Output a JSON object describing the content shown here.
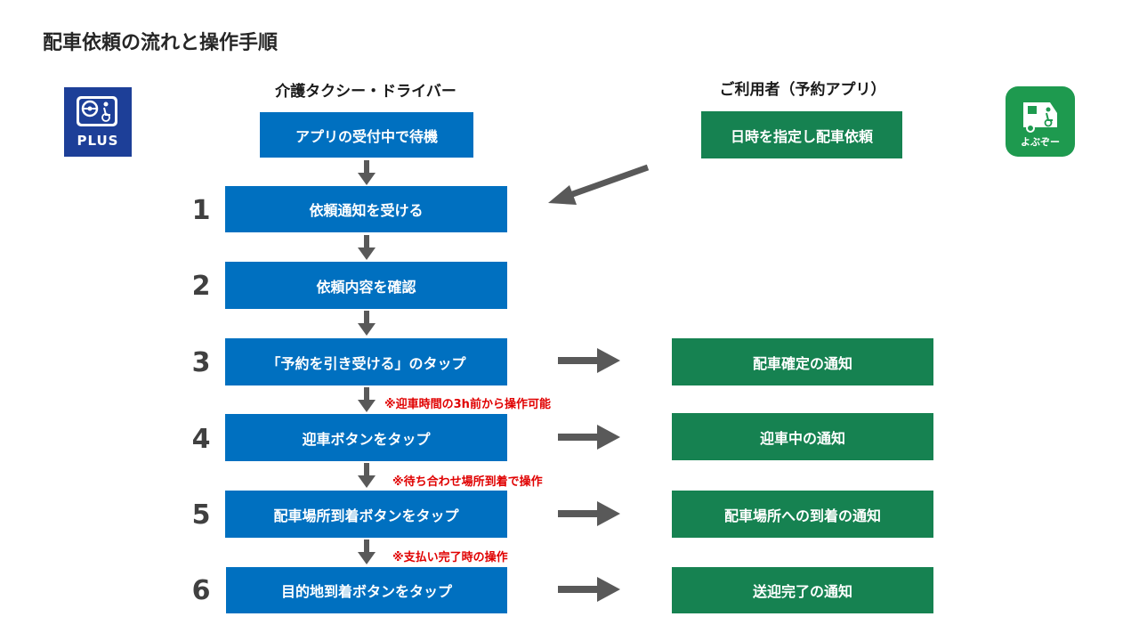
{
  "title": "配車依頼の流れと操作手順",
  "columns": {
    "driver": "介護タクシー・ドライバー",
    "user": "ご利用者（予約アプリ）"
  },
  "driver_logo": {
    "text": "PLUS",
    "icon": "steering-wheelchair-icon",
    "color": "#1d3f98"
  },
  "user_logo": {
    "text": "よぶぞー",
    "icon": "taxi-wheelchair-icon",
    "color": "#1e9a4f"
  },
  "driver_start": "アプリの受付中で待機",
  "user_start": "日時を指定し配車依頼",
  "steps": [
    {
      "num": "1",
      "driver": "依頼通知を受ける"
    },
    {
      "num": "2",
      "driver": "依頼内容を確認"
    },
    {
      "num": "3",
      "driver": "「予約を引き受ける」のタップ",
      "user": "配車確定の通知"
    },
    {
      "num": "4",
      "driver": "迎車ボタンをタップ",
      "user": "迎車中の通知"
    },
    {
      "num": "5",
      "driver": "配車場所到着ボタンをタップ",
      "user": "配車場所への到着の通知"
    },
    {
      "num": "6",
      "driver": "目的地到着ボタンをタップ",
      "user": "送迎完了の通知"
    }
  ],
  "notes": [
    "※迎車時間の3h前から操作可能",
    "※待ち合わせ場所到着で操作",
    "※支払い完了時の操作"
  ],
  "colors": {
    "driver_box": "#0070c0",
    "user_box": "#168251",
    "arrow": "#595959",
    "note": "#e00000"
  }
}
